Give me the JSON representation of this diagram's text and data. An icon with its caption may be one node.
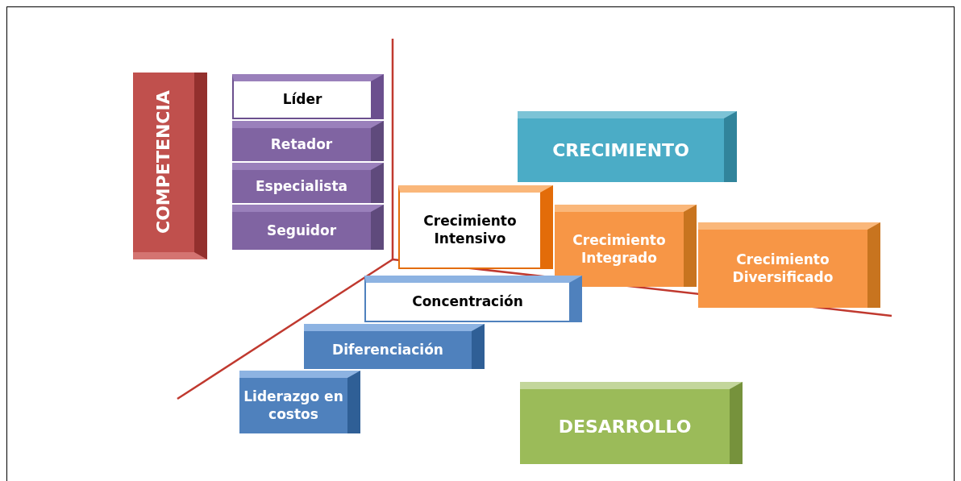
{
  "diagram": {
    "nodes": [
      {
        "text": [
          "COMPETENCIA"
        ]
      },
      {
        "text": [
          "Líder"
        ]
      },
      {
        "text": [
          "Retador"
        ]
      },
      {
        "text": [
          "Especialista"
        ]
      },
      {
        "text": [
          "Seguidor"
        ]
      },
      {
        "text": [
          "CRECIMIENTO"
        ]
      },
      {
        "text": [
          "Crecimiento Intensivo"
        ]
      },
      {
        "text": [
          "Crecimiento Integrado"
        ]
      },
      {
        "text": [
          "Crecimiento Diversificado"
        ]
      },
      {
        "text": [
          "Concentración"
        ]
      },
      {
        "text": [
          "Diferenciación"
        ]
      },
      {
        "text": [
          "Liderazgo en costos"
        ]
      },
      {
        "text": [
          "DESARROLLO"
        ]
      }
    ],
    "edges": []
  }
}
